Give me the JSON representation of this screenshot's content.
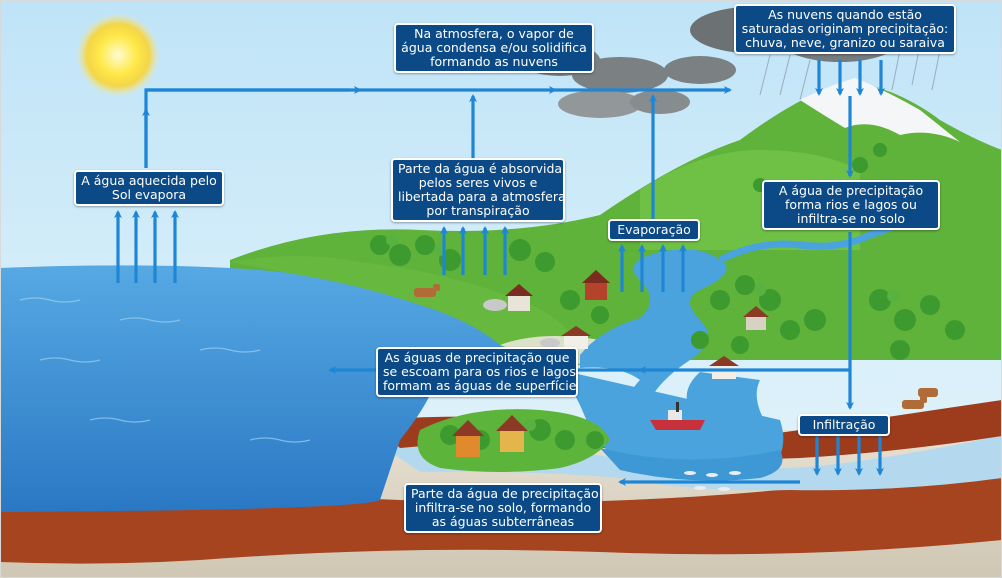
{
  "colors": {
    "arrow": "#1f86d6",
    "label_bg": "#0b4a86",
    "sea": "#2f86d0",
    "land": "#6cbf3f",
    "soil": "#9b3f1f"
  },
  "labels": {
    "condensation": [
      "Na atmosfera, o vapor de",
      "água condensa e/ou solidifica",
      "formando as nuvens"
    ],
    "precipitation": [
      "As nuvens quando estão",
      "saturadas originam precipitação:",
      "chuva, neve, granizo ou saraiva"
    ],
    "sun_evaporation": [
      "A água aquecida pelo",
      "Sol evapora"
    ],
    "transpiration": [
      "Parte da água é absorvida",
      "pelos seres vivos e",
      "libertada para a atmosfera",
      "por transpiração"
    ],
    "evaporation": [
      "Evaporação"
    ],
    "runoff_or_infiltration": [
      "A água de precipitação",
      "forma rios e lagos ou",
      "infiltra-se no solo"
    ],
    "surface_water": [
      "As águas de precipitação que",
      "se escoam para os rios e lagos",
      "formam as águas de superfície"
    ],
    "infiltration": [
      "Infiltração"
    ],
    "groundwater": [
      "Parte da água de precipitação",
      "infiltra-se no solo, formando",
      "as águas subterrâneas"
    ]
  }
}
